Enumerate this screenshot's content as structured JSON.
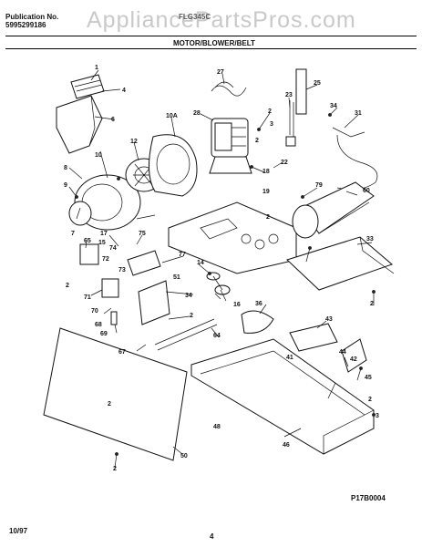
{
  "watermark": "AppliancePartsPros.com",
  "header": {
    "publication_label": "Publication No.",
    "publication_number": "5995299186",
    "model": "FLG345C",
    "section_title": "MOTOR/BLOWER/BELT"
  },
  "footer": {
    "date": "10/97",
    "page": "4",
    "drawing_number": "P17B0004"
  },
  "callouts": [
    "1",
    "4",
    "6",
    "10",
    "10A",
    "12",
    "28",
    "27",
    "2",
    "3",
    "23",
    "25",
    "34",
    "31",
    "8",
    "9",
    "7",
    "17",
    "15",
    "18",
    "22",
    "79",
    "60",
    "19",
    "65",
    "74",
    "75",
    "72",
    "73",
    "77",
    "14",
    "51",
    "71",
    "70",
    "68",
    "69",
    "67",
    "2",
    "34",
    "16",
    "36",
    "33",
    "43",
    "42",
    "44",
    "45",
    "46",
    "50",
    "64",
    "48",
    "41",
    "2",
    "3",
    "2",
    "2",
    "2",
    "2",
    "2",
    "2"
  ]
}
